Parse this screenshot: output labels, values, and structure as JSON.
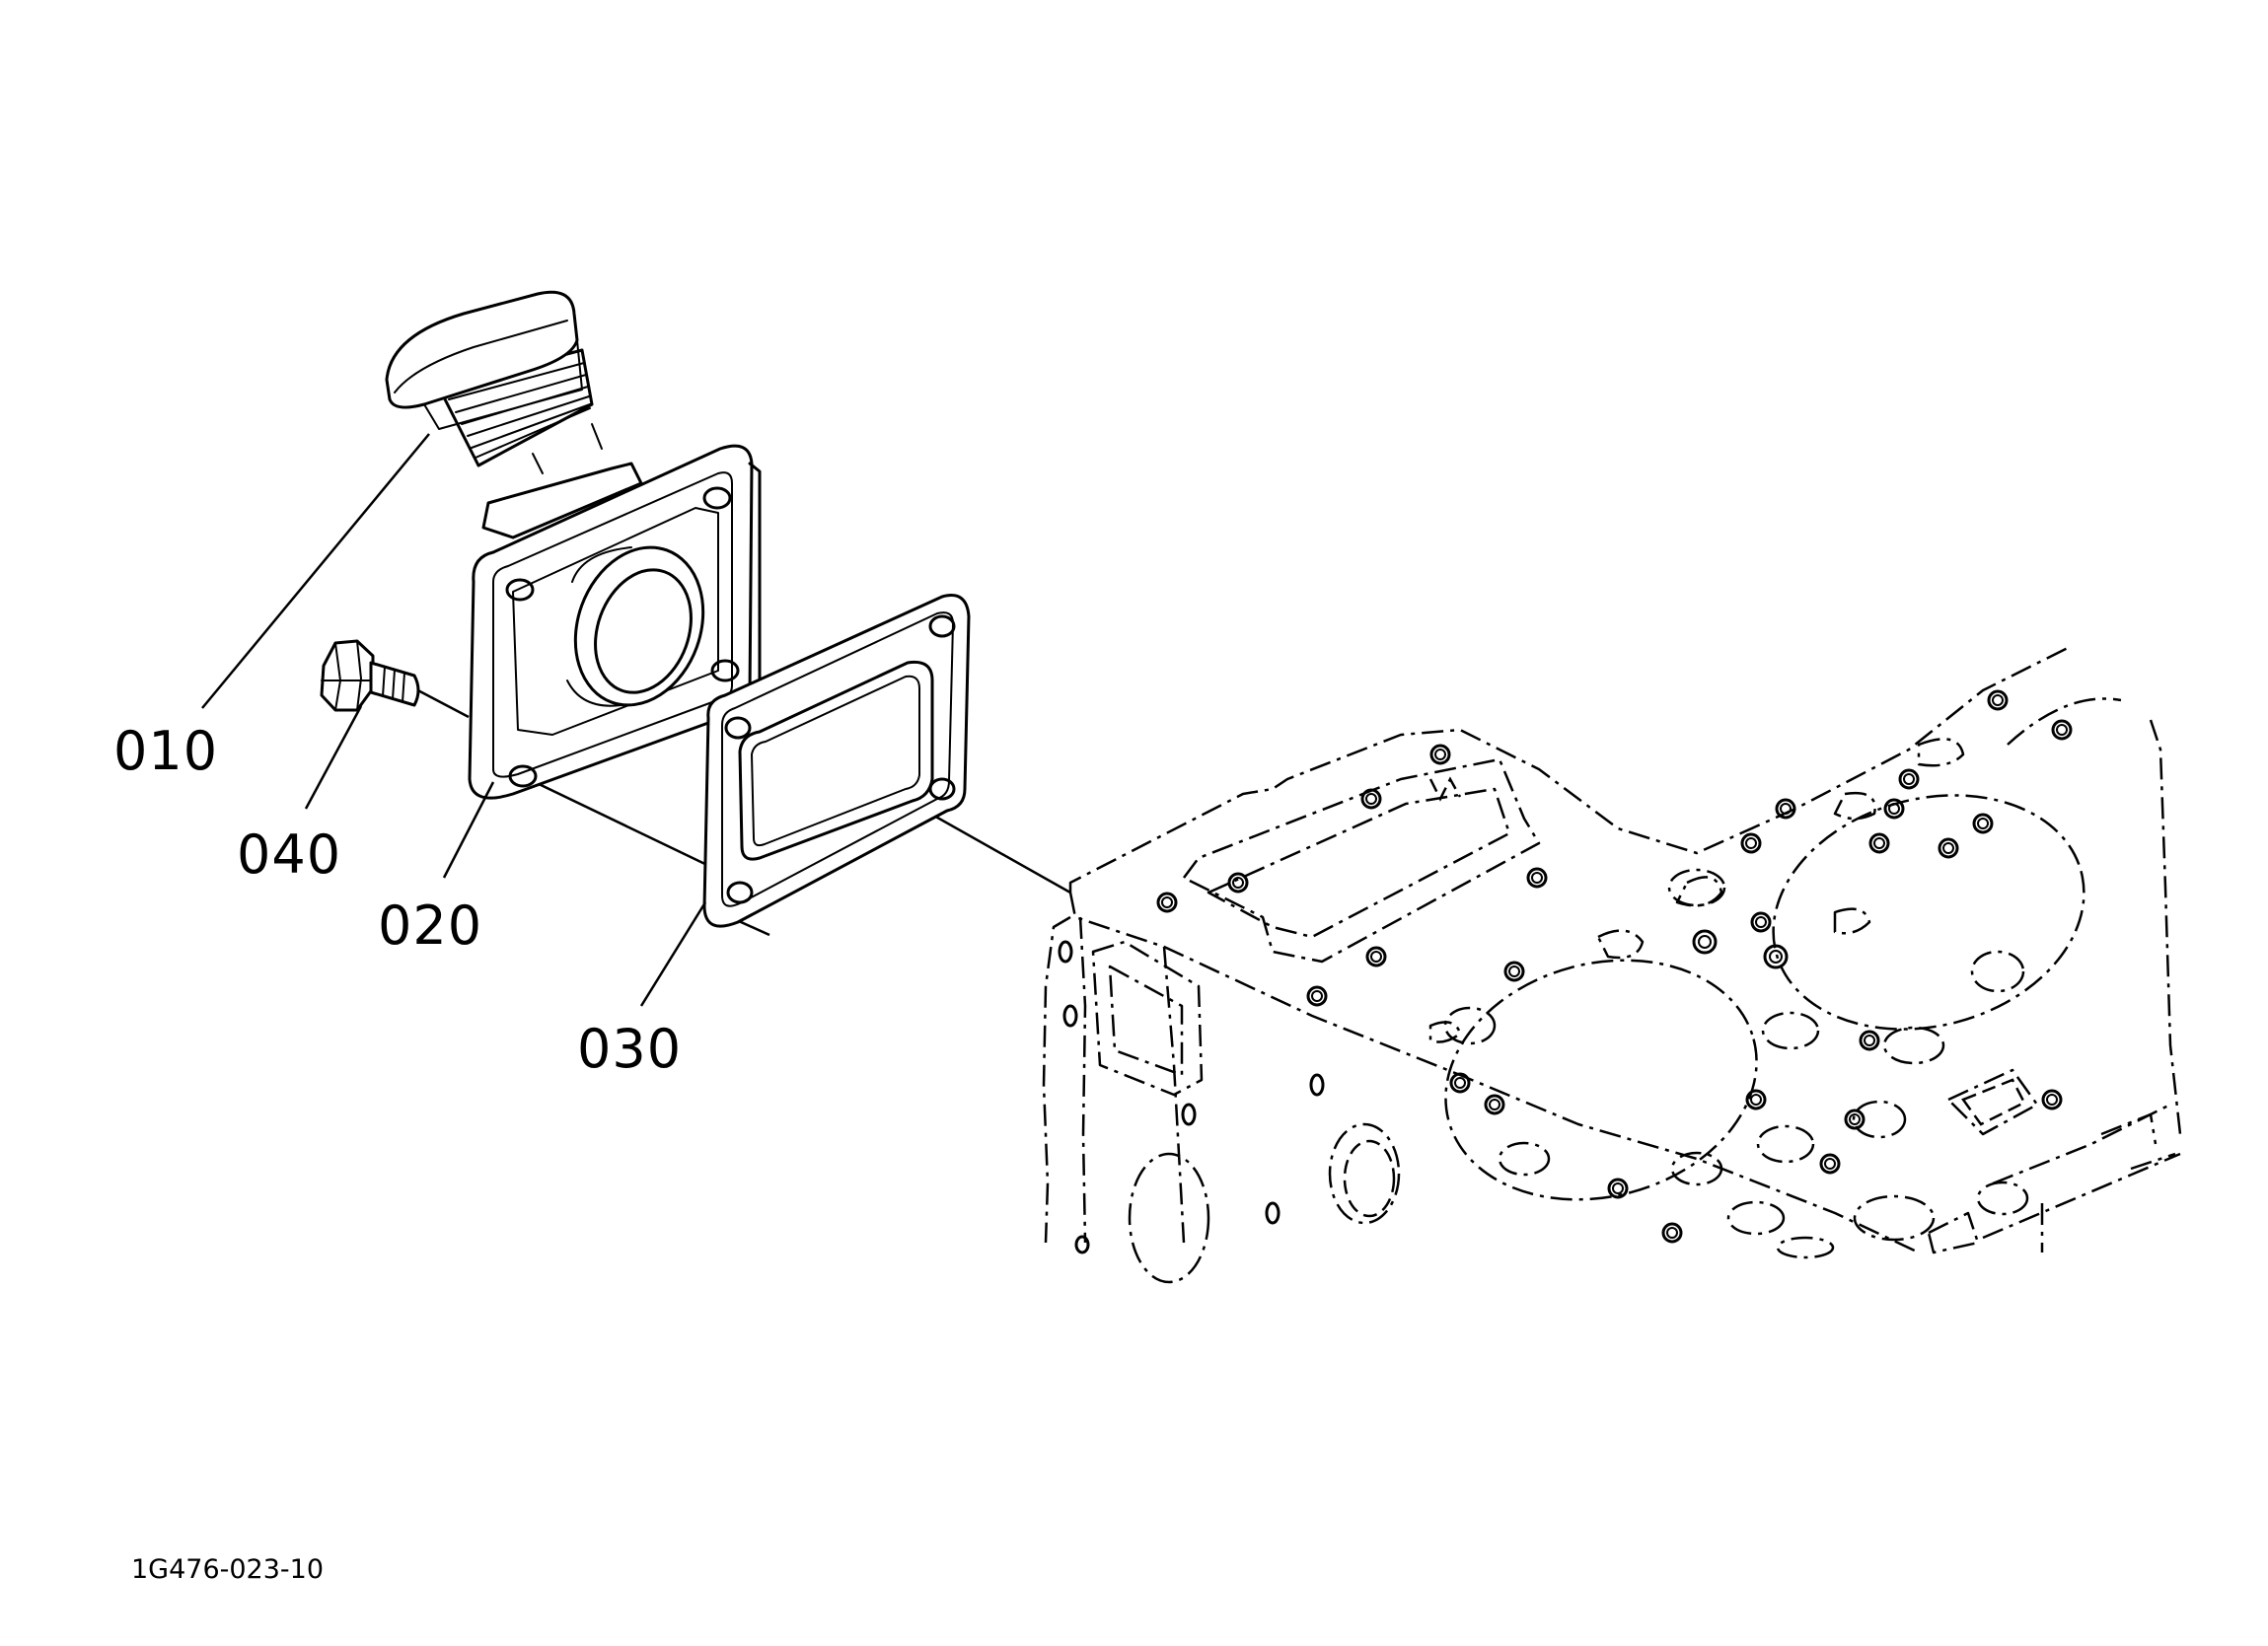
{
  "callouts": [
    {
      "id": "part-010",
      "label": "010"
    },
    {
      "id": "part-040",
      "label": "040"
    },
    {
      "id": "part-020",
      "label": "020"
    },
    {
      "id": "part-030",
      "label": "030"
    }
  ],
  "drawing_number": "1G476-023-10",
  "colors": {
    "line": "#000000",
    "background": "#ffffff"
  }
}
